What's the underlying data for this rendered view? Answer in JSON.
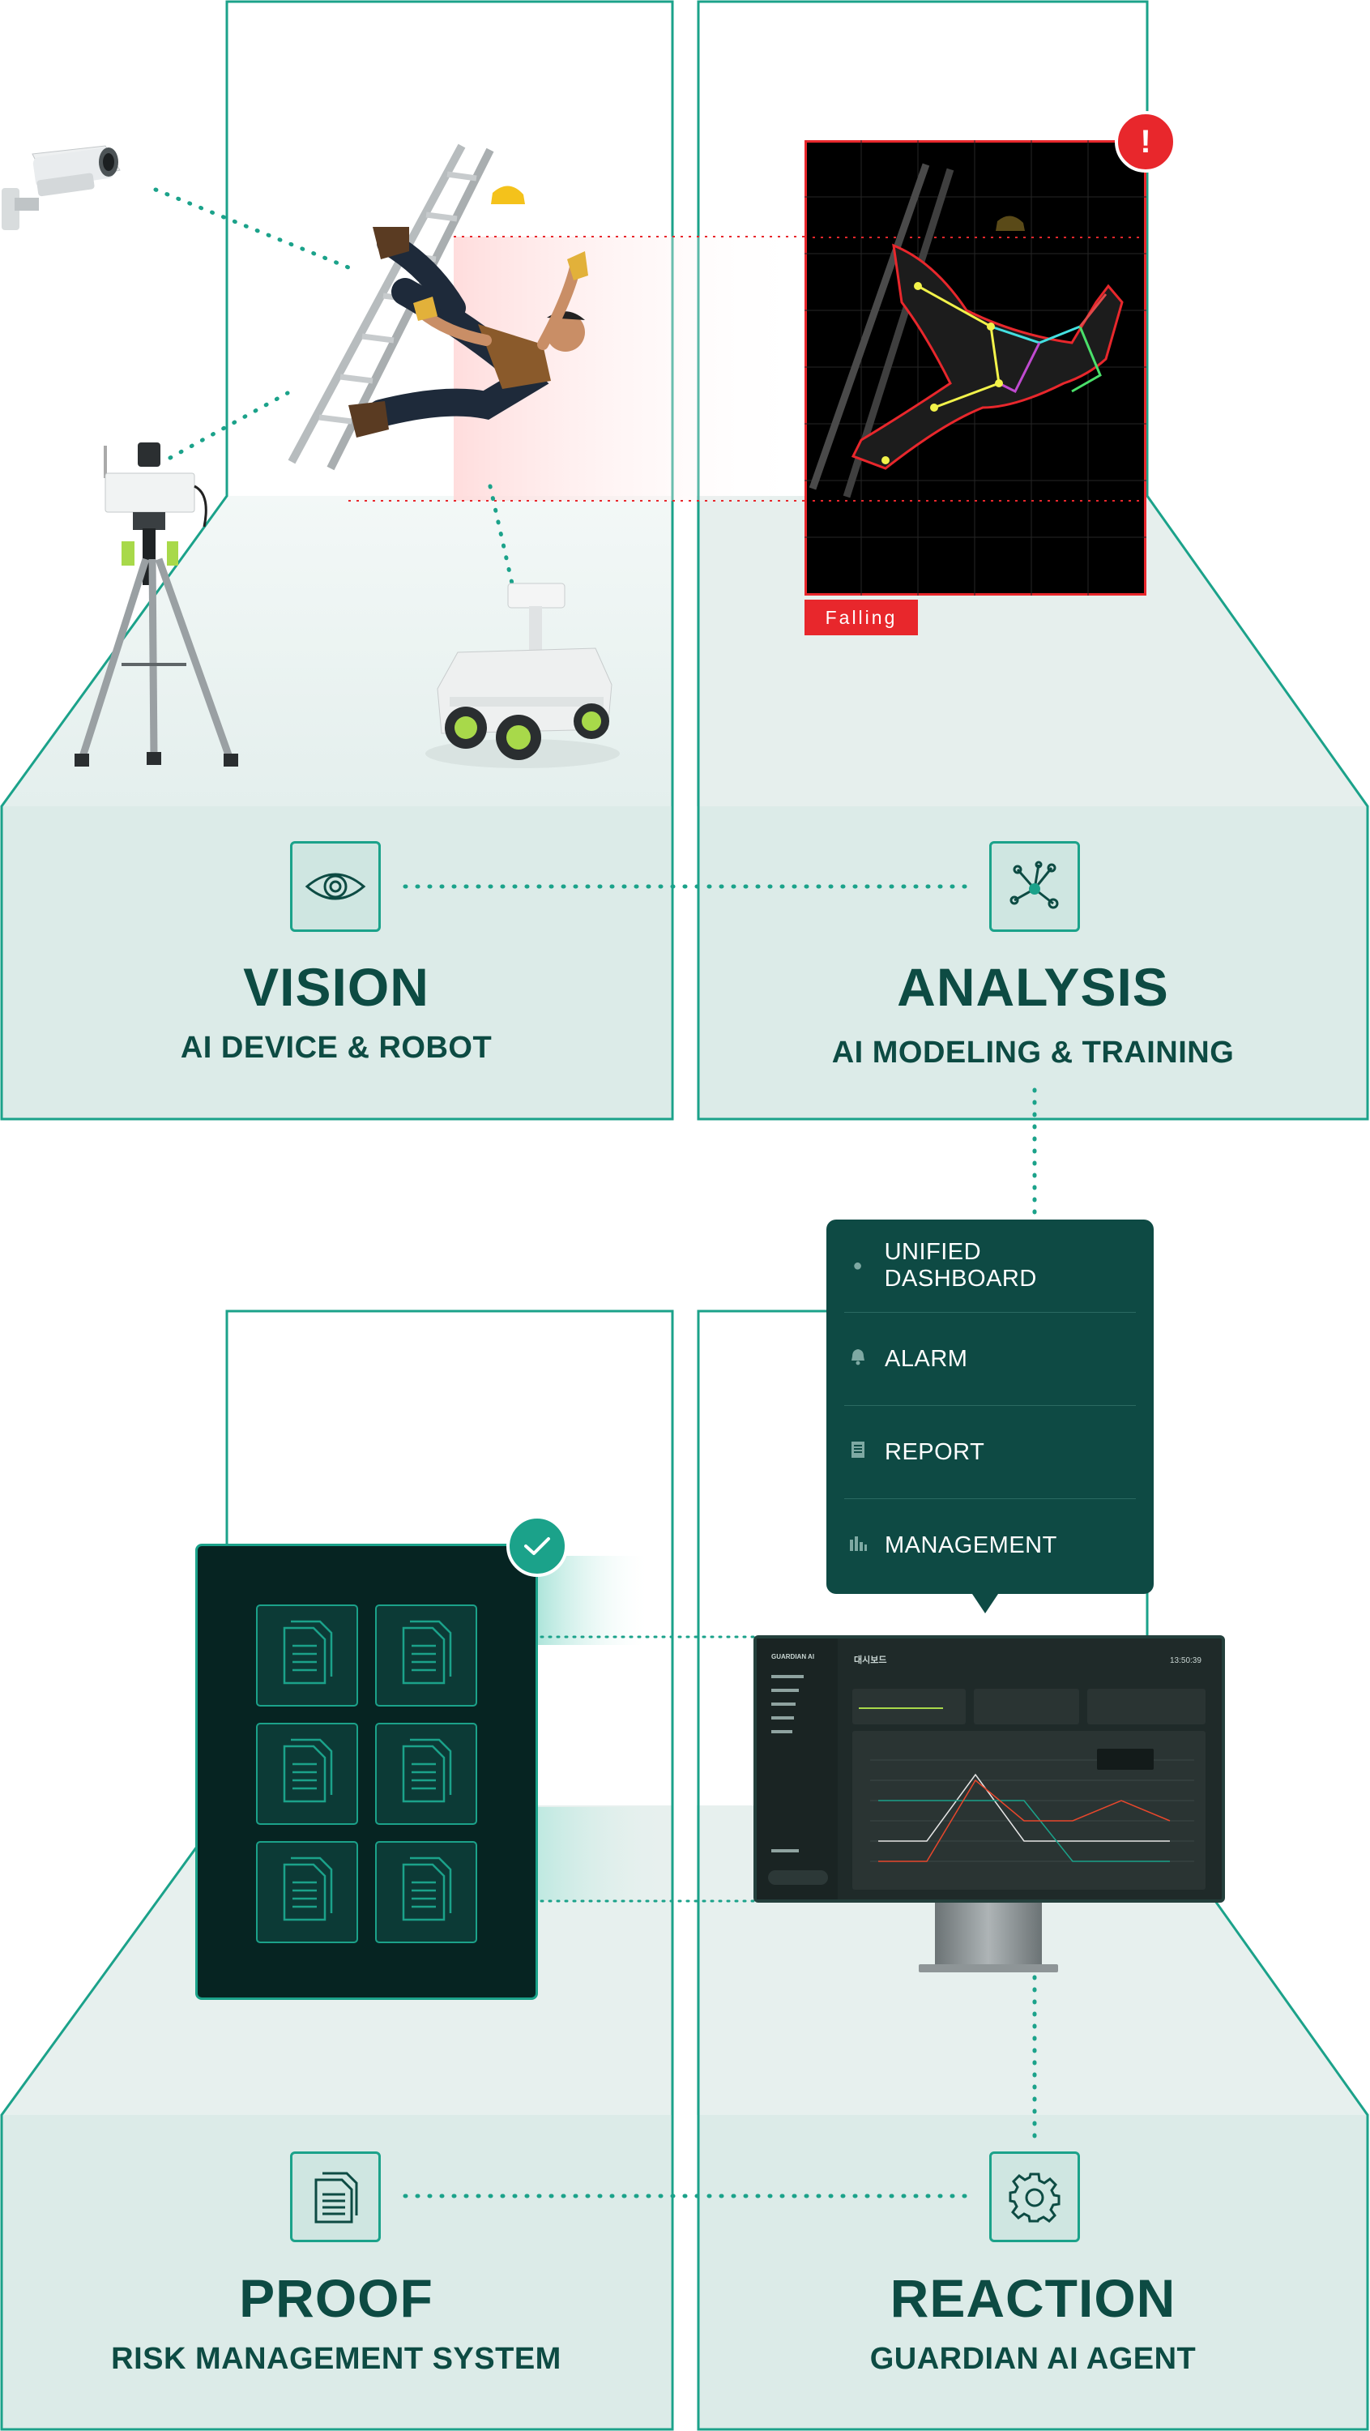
{
  "colors": {
    "accent": "#1ba28a",
    "panel": "#dcebe8",
    "dark_green": "#0e4a44",
    "text_dark": "#0d4b43",
    "alert_red": "#e8272c"
  },
  "vision": {
    "title": "VISION",
    "subtitle": "AI DEVICE & ROBOT",
    "icon": "eye-icon"
  },
  "analysis": {
    "title": "ANALYSIS",
    "subtitle": "AI MODELING & TRAINING",
    "icon": "network-icon",
    "detection_label": "Falling"
  },
  "proof": {
    "title": "PROOF",
    "subtitle": "RISK MANAGEMENT SYSTEM",
    "icon": "document-icon"
  },
  "reaction": {
    "title": "REACTION",
    "subtitle": "GUARDIAN AI AGENT",
    "icon": "gear-icon"
  },
  "menu": {
    "items": [
      {
        "label": "UNIFIED DASHBOARD",
        "icon": "dot-icon"
      },
      {
        "label": "ALARM",
        "icon": "bell-icon"
      },
      {
        "label": "REPORT",
        "icon": "report-icon"
      },
      {
        "label": "MANAGEMENT",
        "icon": "bar-chart-icon"
      }
    ]
  },
  "dashboard": {
    "brand": "GUARDIAN AI",
    "page_title": "대시보드",
    "time": "13:50:39"
  }
}
